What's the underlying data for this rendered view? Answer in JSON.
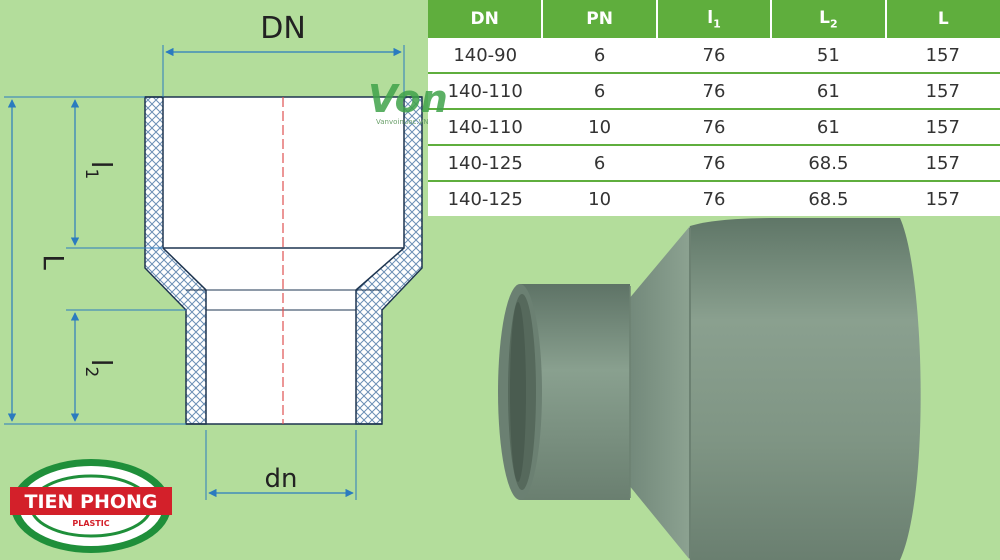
{
  "diagram": {
    "label_DN": "DN",
    "label_dn": "dn",
    "label_L": "L",
    "label_l1": "l",
    "label_l1_sub": "1",
    "label_l2": "l",
    "label_l2_sub": "2"
  },
  "table": {
    "headers": [
      {
        "main": "DN",
        "sub": ""
      },
      {
        "main": "PN",
        "sub": ""
      },
      {
        "main": "l",
        "sub": "1"
      },
      {
        "main": "L",
        "sub": "2"
      },
      {
        "main": "L",
        "sub": ""
      }
    ],
    "rows": [
      [
        "140-90",
        "6",
        "76",
        "51",
        "157"
      ],
      [
        "140-110",
        "6",
        "76",
        "61",
        "157"
      ],
      [
        "140-110",
        "10",
        "76",
        "61",
        "157"
      ],
      [
        "140-125",
        "6",
        "76",
        "68.5",
        "157"
      ],
      [
        "140-125",
        "10",
        "76",
        "68.5",
        "157"
      ]
    ]
  },
  "watermark": {
    "logo_text": "Von",
    "caption": "Vanvoinuoc.VN"
  },
  "brand": {
    "name": "TIEN PHONG",
    "subtitle": "PLASTIC"
  },
  "colors": {
    "background": "#b3dd9b",
    "table_header": "#5fae3d",
    "dimension_line": "#2b7bbf",
    "pipe_body": "#7e9384",
    "brand_red": "#d3202a",
    "brand_green": "#1f8f3a"
  }
}
